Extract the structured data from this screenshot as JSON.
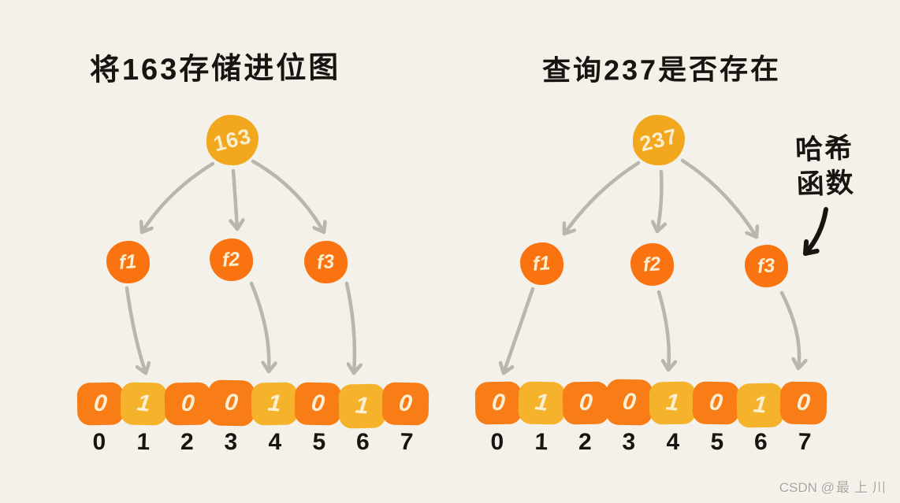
{
  "colors": {
    "background": "#F3F1EA",
    "value_circle": "#F1A81F",
    "hash_circle": "#F97410",
    "cell_zero": "#F97D17",
    "cell_one": "#F5B32B",
    "cell_digit": "#FAEFD3",
    "arrow_gray": "#B9B6AC",
    "ink": "#17150F",
    "watermark_gray": "#A8A69D"
  },
  "left": {
    "title": "将163存储进位图",
    "value": "163",
    "hash_labels": [
      "f1",
      "f2",
      "f3"
    ],
    "bits": [
      "0",
      "1",
      "0",
      "0",
      "1",
      "0",
      "1",
      "0"
    ],
    "indices": [
      "0",
      "1",
      "2",
      "3",
      "4",
      "5",
      "6",
      "7"
    ]
  },
  "right": {
    "title": "查询237是否存在",
    "value": "237",
    "hash_labels": [
      "f1",
      "f2",
      "f3"
    ],
    "annotation": "哈希函数",
    "bits": [
      "0",
      "1",
      "0",
      "0",
      "1",
      "0",
      "1",
      "0"
    ],
    "indices": [
      "0",
      "1",
      "2",
      "3",
      "4",
      "5",
      "6",
      "7"
    ]
  },
  "watermark": {
    "prefix": "CSDN @",
    "name": "最上川"
  }
}
